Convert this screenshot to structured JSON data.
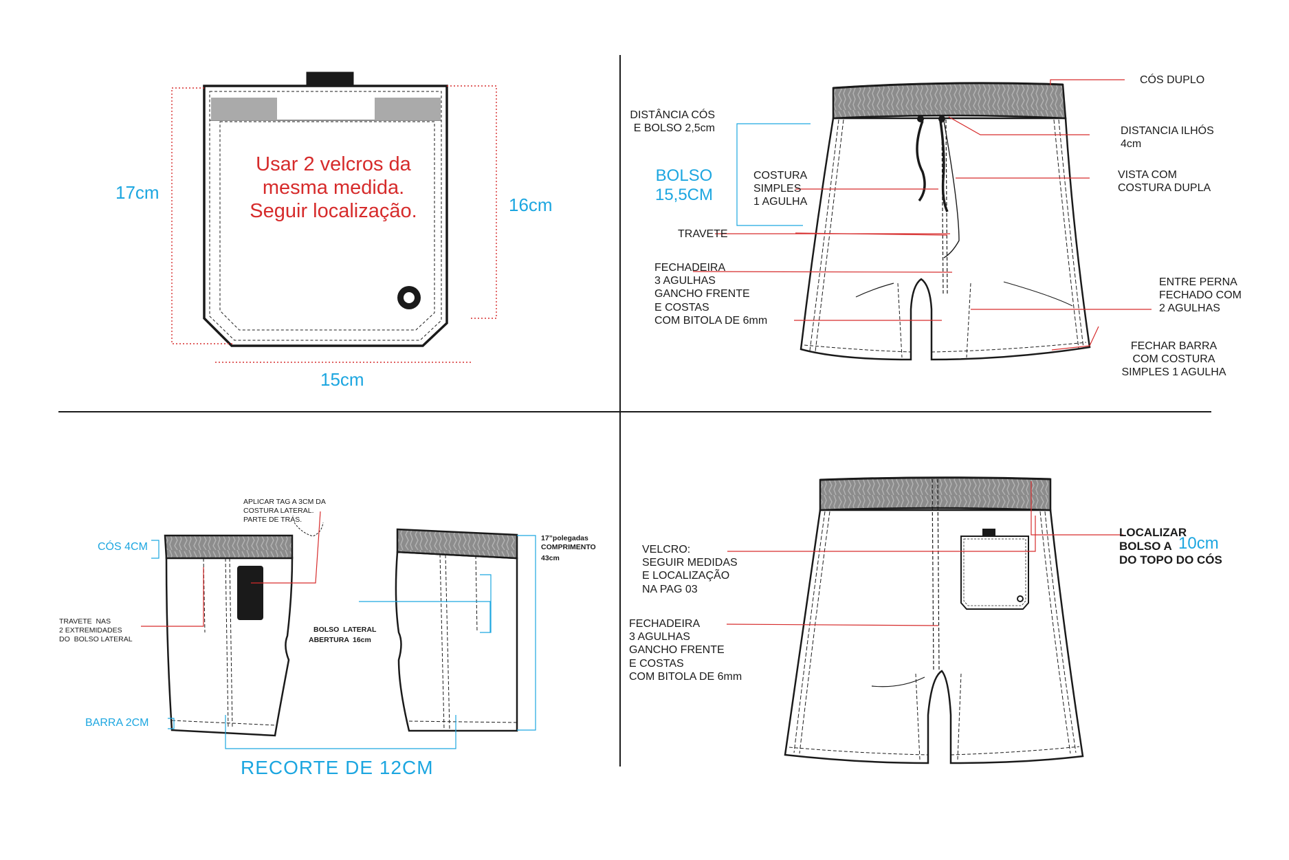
{
  "colors": {
    "cyan": "#1ca6e0",
    "red": "#d62b2b",
    "waistband": "#8c8c8c",
    "outline": "#1a1a1a"
  },
  "pocket_panel": {
    "instruction": "Usar 2 velcros da\nmesma medida.\nSeguir localização.",
    "height_outer": "17cm",
    "height_inner": "16cm",
    "width": "15cm"
  },
  "front_panel": {
    "labels": {
      "cos_duplo": "CÓS DUPLO",
      "distancia_cos": "DISTÂNCIA CÓS\nE BOLSO 2,5cm",
      "distancia_ilhos": "DISTANCIA ILHÓS\n4cm",
      "bolso": "BOLSO\n15,5CM",
      "costura_simples": "COSTURA\nSIMPLES\n1 AGULHA",
      "vista": "VISTA COM\nCOSTURA DUPLA",
      "travete": "TRAVETE",
      "fechadeira": "FECHADEIRA\n3 AGULHAS\nGANCHO FRENTE\nE COSTAS\nCOM BITOLA DE 6mm",
      "entre_perna": "ENTRE PERNA\nFECHADO COM\n2 AGULHAS",
      "fechar_barra": "FECHAR BARRA\nCOM COSTURA\nSIMPLES 1 AGULHA"
    }
  },
  "side_panel": {
    "labels": {
      "aplicar_tag": "APLICAR TAG A 3CM DA\nCOSTURA LATERAL.\nPARTE DE TRÁS.",
      "cos": "CÓS 4CM",
      "travete": "TRAVETE  NAS\n2 EXTREMIDADES\nDO  BOLSO LATERAL",
      "barra": "BARRA 2CM",
      "comprimento": "17”polegadas\nCOMPRIMENTO",
      "comprimento_cm": "43cm",
      "bolso_lateral": "BOLSO  LATERAL",
      "abertura": "ABERTURA",
      "abertura_cm": "16cm",
      "recorte": "RECORTE DE 12CM"
    }
  },
  "back_panel": {
    "labels": {
      "velcro": "VELCRO:\nSEGUIR MEDIDAS\nE LOCALIZAÇÃO\nNA PAG 03",
      "fechadeira": "FECHADEIRA\n3 AGULHAS\nGANCHO FRENTE\nE COSTAS\nCOM BITOLA DE 6mm",
      "localizar_1": "LOCALIZAR",
      "localizar_2": "BOLSO A",
      "localizar_10": "10cm",
      "localizar_3": "DO TOPO DO CÓS"
    }
  }
}
